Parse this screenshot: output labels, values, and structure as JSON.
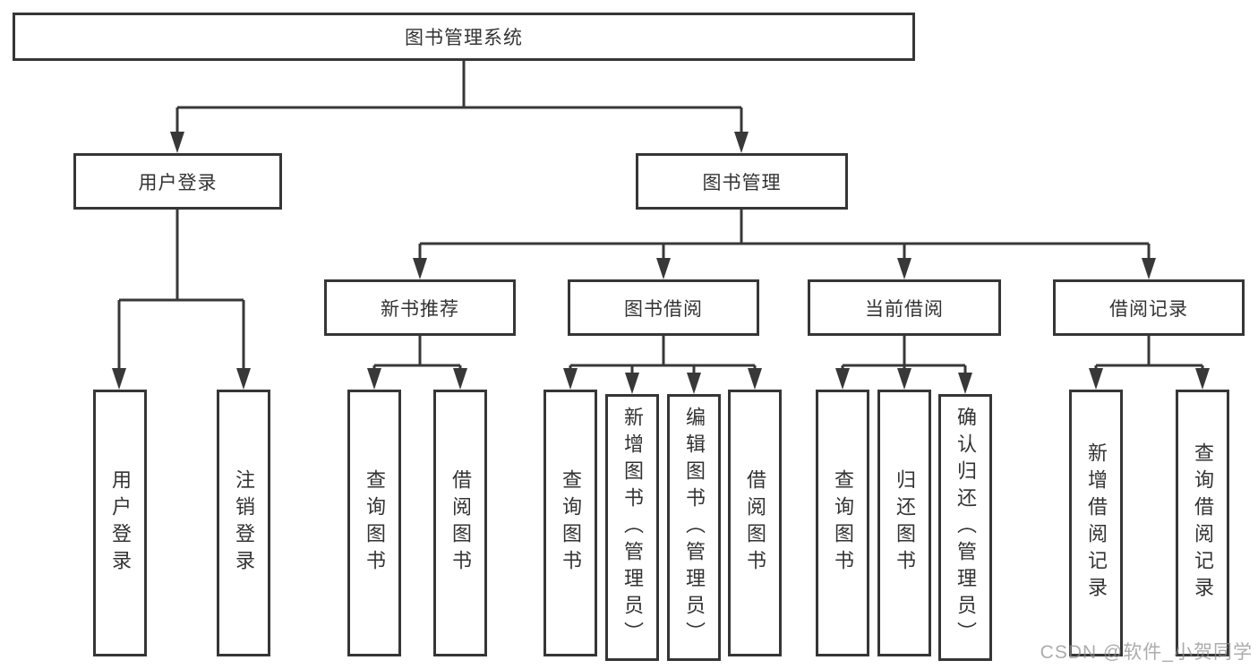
{
  "diagram": {
    "type": "hierarchy",
    "tree": {
      "root": {
        "label": "图书管理系统"
      },
      "children": [
        {
          "label": "用户登录",
          "children": [
            {
              "label": "用户登录"
            },
            {
              "label": "注销登录"
            }
          ]
        },
        {
          "label": "图书管理",
          "children": [
            {
              "label": "新书推荐",
              "children": [
                {
                  "label": "查询图书"
                },
                {
                  "label": "借阅图书"
                }
              ]
            },
            {
              "label": "图书借阅",
              "children": [
                {
                  "label": "查询图书"
                },
                {
                  "label": "新增图书（管理员）"
                },
                {
                  "label": "编辑图书（管理员）"
                },
                {
                  "label": "借阅图书"
                }
              ]
            },
            {
              "label": "当前借阅",
              "children": [
                {
                  "label": "查询图书"
                },
                {
                  "label": "归还图书"
                },
                {
                  "label": "确认归还（管理员）"
                }
              ]
            },
            {
              "label": "借阅记录",
              "children": [
                {
                  "label": "新增借阅记录"
                },
                {
                  "label": "查询借阅记录"
                }
              ]
            }
          ]
        }
      ]
    },
    "colors": {
      "line": "#383838",
      "border": "#363636",
      "text": "#333333",
      "watermark": "#8c8c8c"
    },
    "watermark": "CSDN @软件_小贺同学"
  }
}
